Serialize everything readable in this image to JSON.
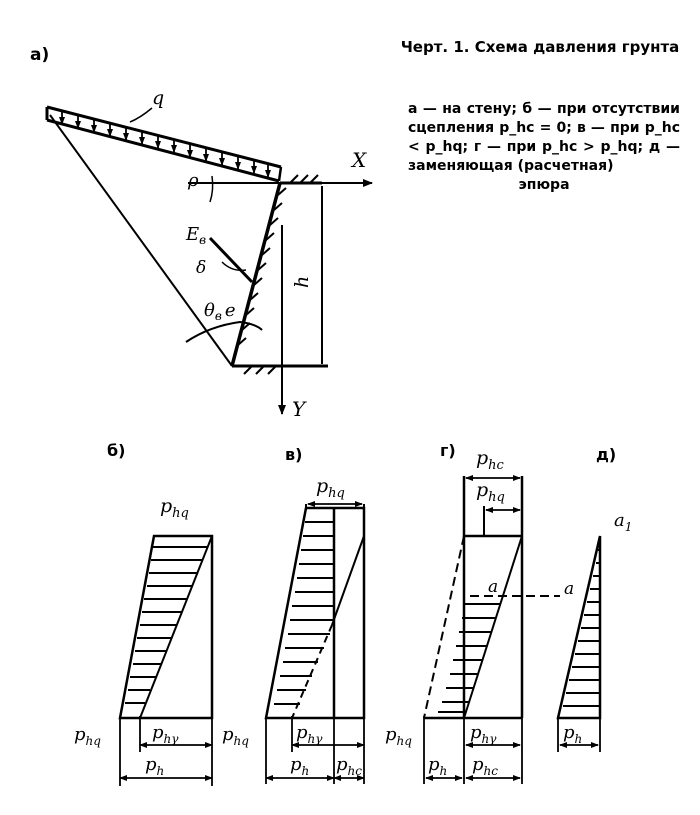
{
  "caption": {
    "title": "Черт. 1. Схема давления грунта",
    "legend": "а — на стену; б — при отсутствии сцепления p_hc = 0; в — при p_hc < p_hq; г — при p_hc > p_hq; д — заменяющая (расчетная)",
    "legend_tail": "эпюра"
  },
  "panel_a": {
    "tag": "а)",
    "q": "q",
    "x_axis": "X",
    "y_axis": "Y",
    "rho": "ρ",
    "E": "E",
    "E_sub": "в",
    "delta": "δ",
    "theta": "θ",
    "theta_sub": "в",
    "e": "e",
    "h": "h"
  },
  "panel_b": {
    "tag": "б)",
    "top": "p",
    "top_sub": "hq",
    "left": "p",
    "left_sub": "hq",
    "mid": "p",
    "mid_sub": "hγ",
    "bottom": "p",
    "bottom_sub": "h"
  },
  "panel_v": {
    "tag": "в)",
    "top": "p",
    "top_sub": "hq",
    "left": "p",
    "left_sub": "hq",
    "mid": "p",
    "mid_sub": "hγ",
    "bottom_left": "p",
    "bottom_left_sub": "h",
    "bottom_right": "p",
    "bottom_right_sub": "hc"
  },
  "panel_g": {
    "tag": "г)",
    "top1": "p",
    "top1_sub": "hc",
    "top2": "p",
    "top2_sub": "hq",
    "a": "a",
    "left": "p",
    "left_sub": "hq",
    "mid": "p",
    "mid_sub": "hγ",
    "bottom_left": "p",
    "bottom_left_sub": "h",
    "bottom_right": "p",
    "bottom_right_sub": "hc"
  },
  "panel_d": {
    "tag": "д)",
    "a1": "a",
    "a1_sub": "1",
    "a": "a",
    "bottom": "p",
    "bottom_sub": "h"
  }
}
